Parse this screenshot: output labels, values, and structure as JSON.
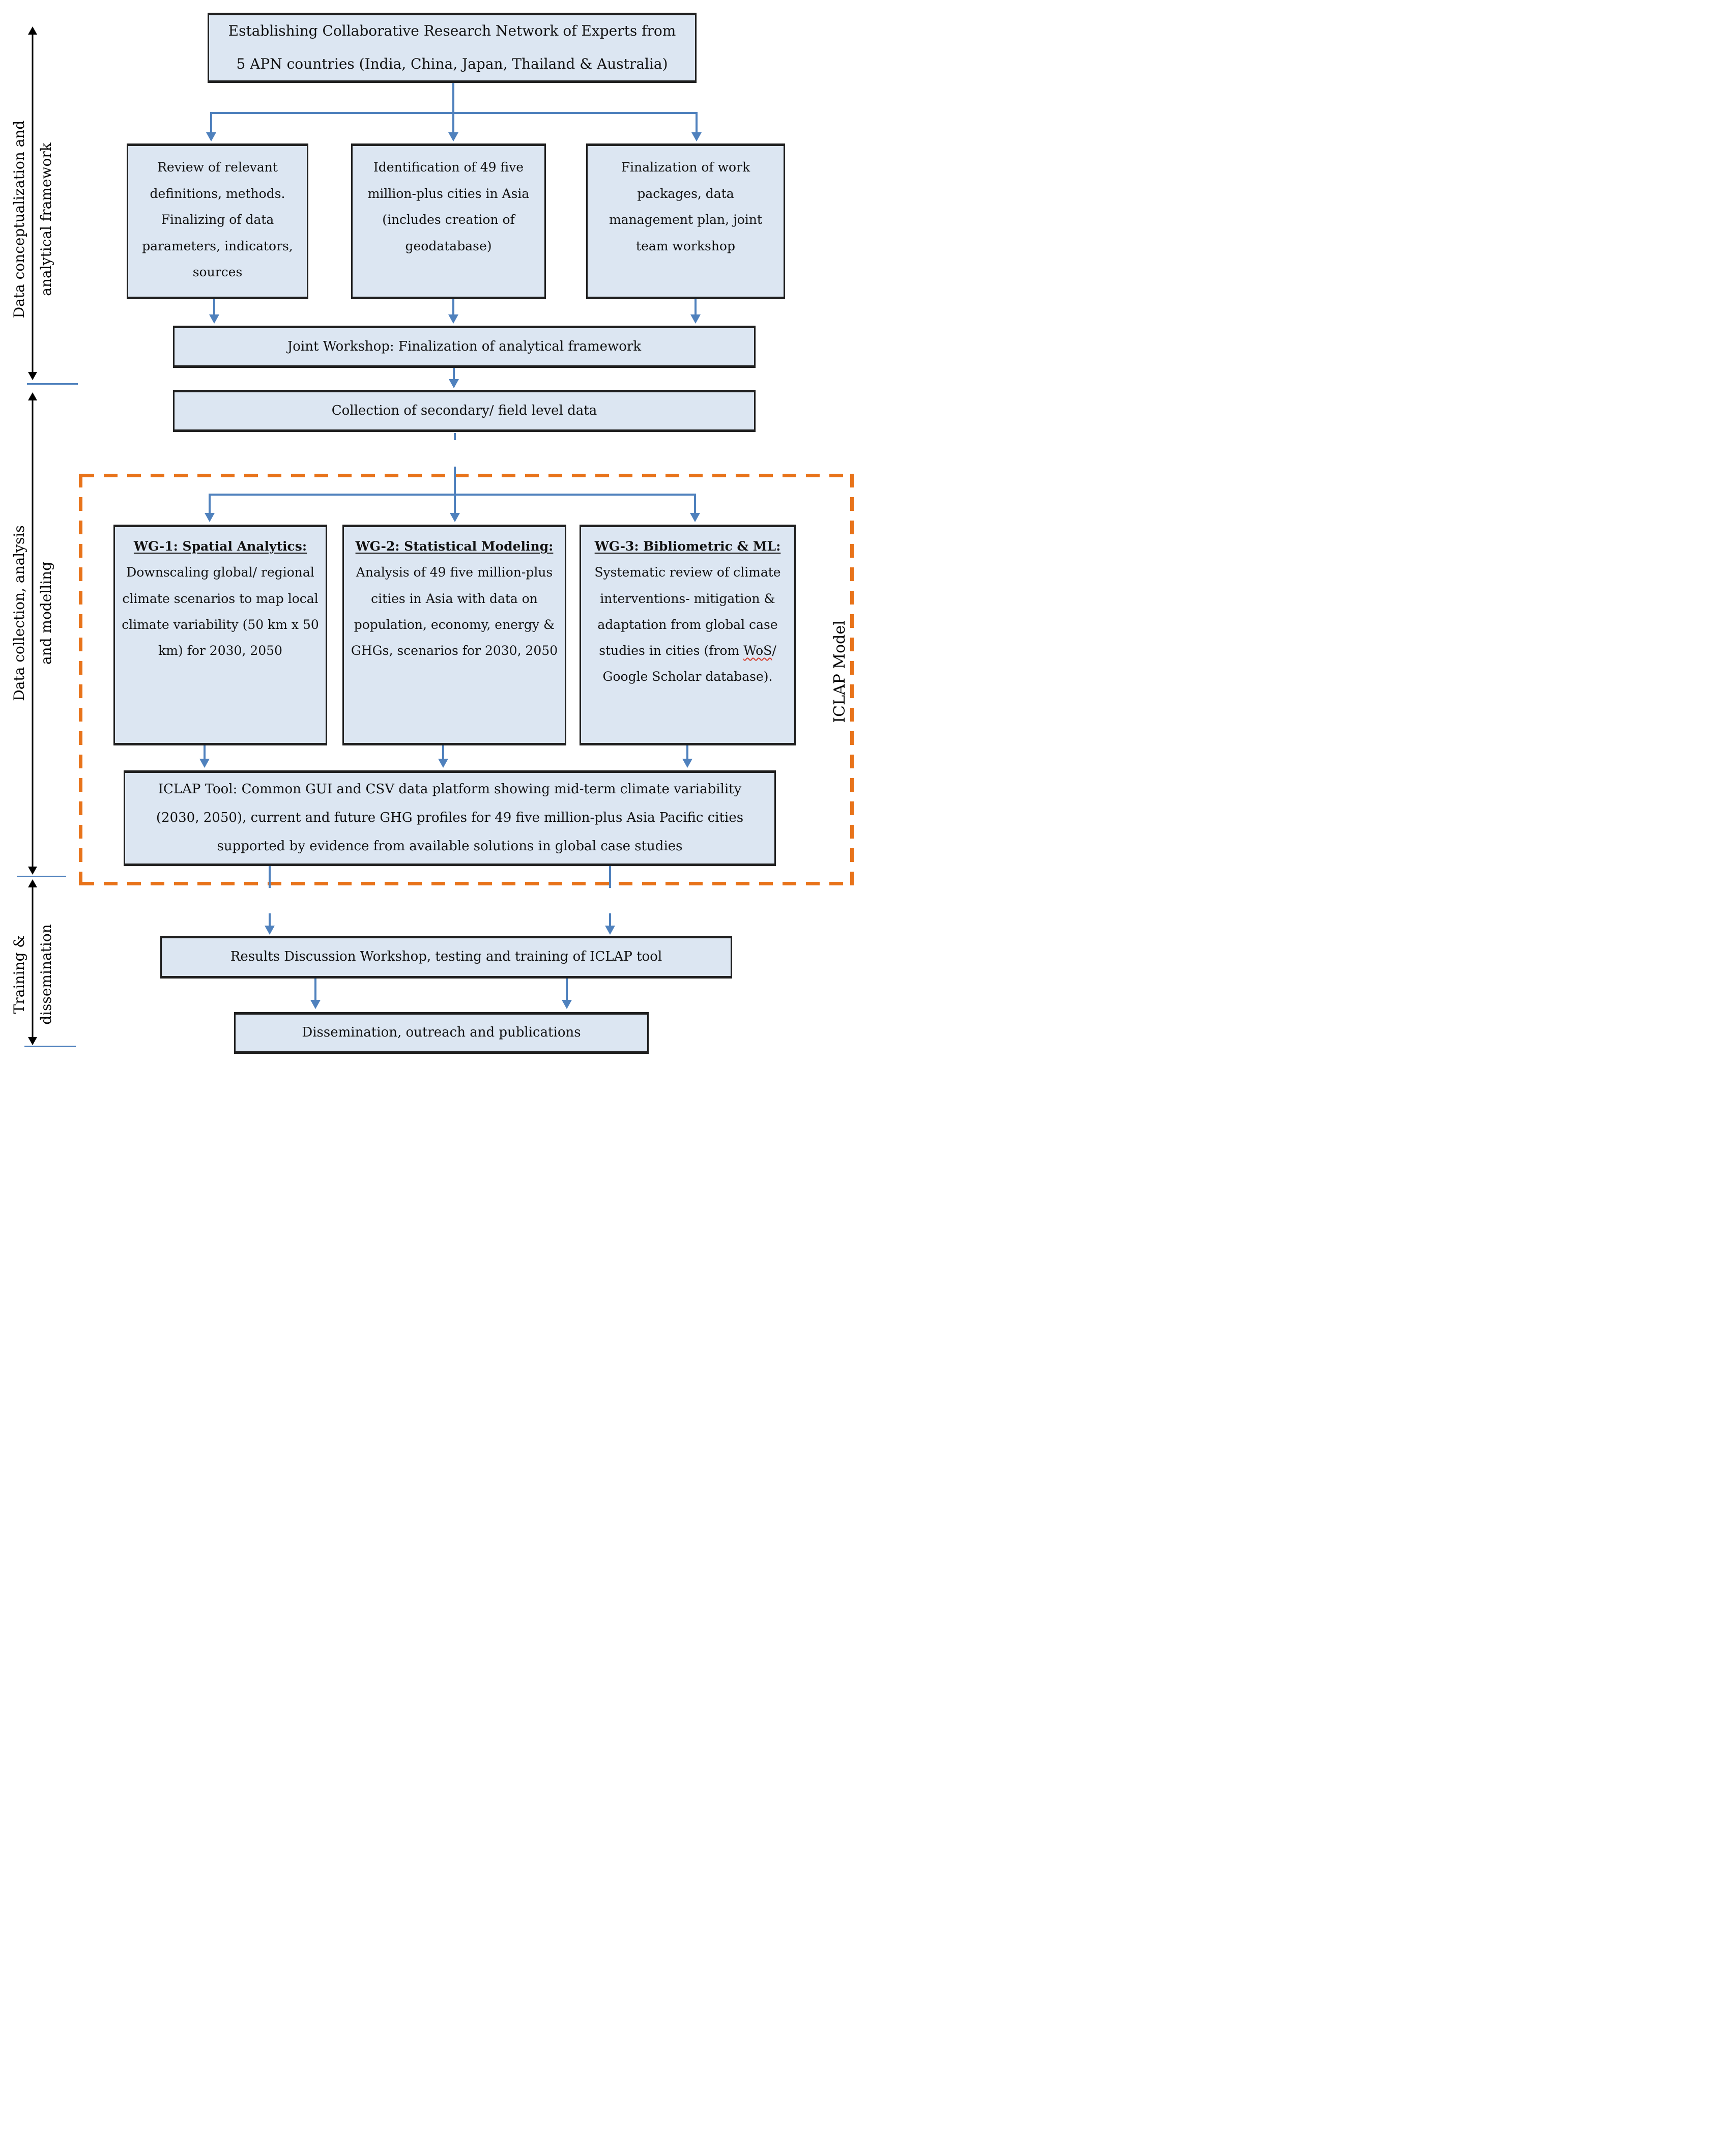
{
  "figure": {
    "phases": [
      {
        "label_line1": "Data conceptualization and",
        "label_line2": "analytical framework"
      },
      {
        "label_line1": "Data collection, analysis",
        "label_line2": "and modelling"
      },
      {
        "label_line1": "Training &",
        "label_line2": "dissemination"
      }
    ],
    "model_label": "ICLAP Model",
    "top_box": "Establishing Collaborative Research Network of Experts from 5 APN countries (India, China, Japan, Thailand & Australia)",
    "row2": [
      "Review of relevant definitions, methods. Finalizing of data parameters, indicators, sources",
      "Identification of 49 five million-plus cities in Asia (includes creation of geodatabase)",
      "Finalization of work packages, data management plan, joint team workshop"
    ],
    "joint_workshop": "Joint Workshop: Finalization of analytical framework",
    "collection": "Collection of secondary/ field level data",
    "working_groups": [
      {
        "title": "WG-1: Spatial Analytics:",
        "body": "Downscaling global/ regional climate scenarios to map local climate variability (50 km x 50 km) for 2030, 2050"
      },
      {
        "title": "WG-2: Statistical Modeling:",
        "body": "Analysis of 49 five million-plus cities in Asia with data on population, economy, energy & GHGs, scenarios for 2030, 2050"
      },
      {
        "title": "WG-3: Bibliometric & ML:",
        "body_pre": "Systematic review of climate interventions- mitigation & adaptation from global case studies in cities (from ",
        "body_highlight": "WoS",
        "body_post": "/ Google Scholar database)."
      }
    ],
    "iclap_tool": "ICLAP Tool:  Common GUI and CSV data platform showing mid-term climate variability (2030, 2050), current and future GHG profiles for 49 five million-plus Asia Pacific cities supported by evidence from available solutions in global case studies",
    "results": "Results Discussion Workshop, testing and training of ICLAP tool",
    "dissemination": "Dissemination, outreach and publications"
  },
  "colors": {
    "box_fill": "#dce6f2",
    "box_border": "#1f1f1f",
    "arrow_blue": "#4f81bd",
    "dash_orange": "#e8731a",
    "black": "#000000",
    "squiggle_red": "#d43b2a"
  }
}
